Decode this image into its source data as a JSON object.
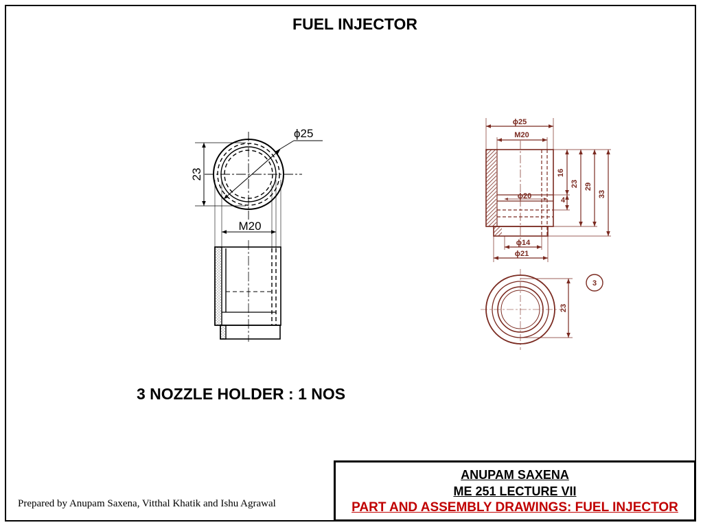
{
  "slide": {
    "title": "FUEL INJECTOR",
    "part_caption": "3 NOZZLE HOLDER :  1 NOS",
    "credit": "Prepared by Anupam Saxena, Vitthal Khatik and Ishu Agrawal"
  },
  "title_block": {
    "author": "ANUPAM SAXENA",
    "course": "ME 251 LECTURE VII",
    "topic": "PART AND ASSEMBLY DRAWINGS: FUEL INJECTOR"
  },
  "left_drawing": {
    "dim_diameter": "ϕ25",
    "dim_height": "23",
    "dim_thread": "M20"
  },
  "right_drawing": {
    "dim_d25": "ϕ25",
    "dim_m20": "M20",
    "dim_m20_inner": "ϕ20",
    "dim_d14": "ϕ14",
    "dim_d21": "ϕ21",
    "dim_16": "16",
    "dim_23": "23",
    "dim_29": "29",
    "dim_33": "33",
    "dim_4": "4",
    "dim_23_bottom": "23",
    "part_number": "3"
  },
  "colors": {
    "line": "#000000",
    "drawing_brown": "#7a2a20",
    "topic_red": "#c00000"
  }
}
